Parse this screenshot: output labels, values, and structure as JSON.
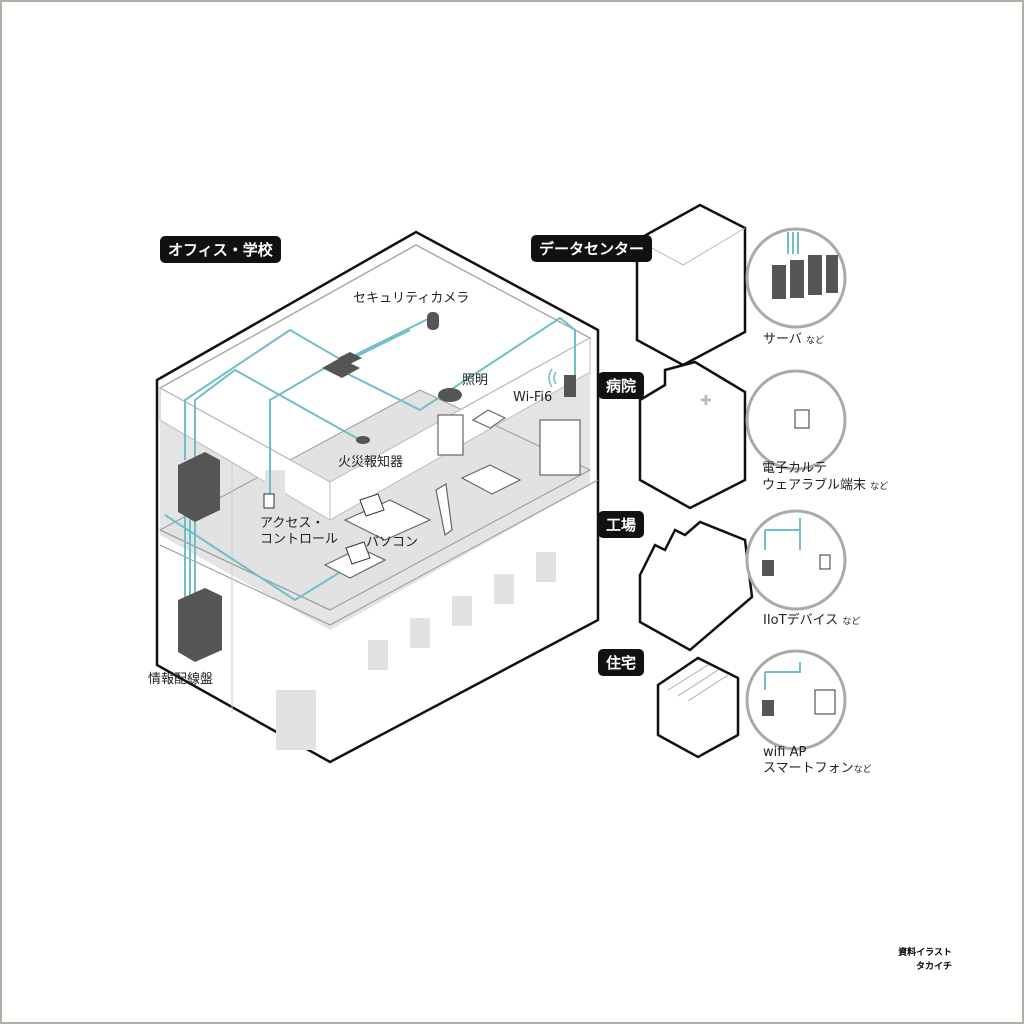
{
  "sections": {
    "office": "オフィス・学校",
    "datacenter": "データセンター",
    "hospital": "病院",
    "factory": "工場",
    "house": "住宅"
  },
  "office_labels": {
    "camera": "セキュリティカメラ",
    "lighting": "照明",
    "wifi": "Wi-Fi6",
    "fire_alarm": "火災報知器",
    "access_control_1": "アクセス・",
    "access_control_2": "コントロール",
    "pc": "パソコン",
    "patch_panel": "情報配線盤"
  },
  "device_labels": {
    "server": "サーバ",
    "emr": "電子カルテ",
    "wearable": "ウェアラブル端末",
    "iiot": "IIoTデバイス",
    "wifi_ap": "wifi AP",
    "smartphone": "スマートフォン",
    "etc": "など"
  },
  "credit": {
    "line1": "資料イラスト",
    "line2": "タカイチ"
  },
  "colors": {
    "cable": "#6fbfc6",
    "equipment": "#555555",
    "floor": "#e2e2e2",
    "outline": "#111111"
  }
}
